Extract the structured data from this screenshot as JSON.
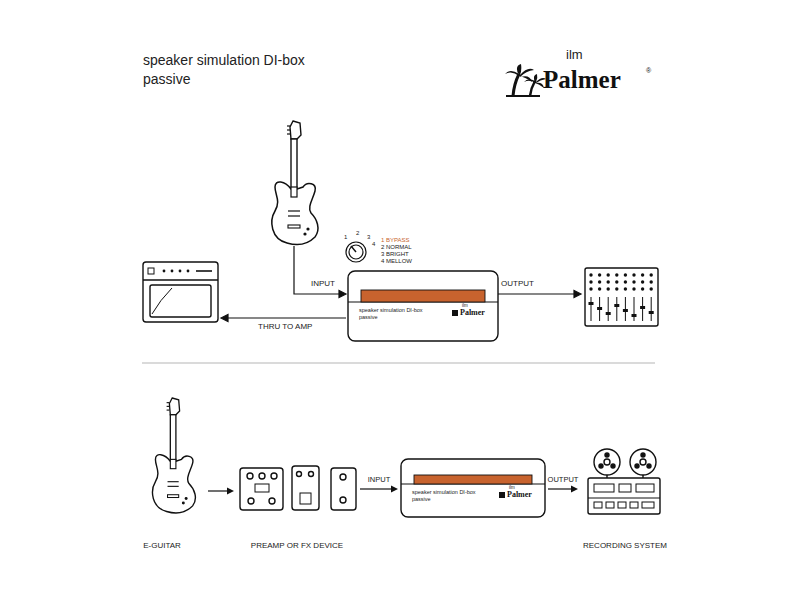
{
  "diagram": {
    "title": "speaker simulation DI-box passive",
    "nodes": [
      {
        "text": [
          "speaker simulation DI-box passive",
          "ilm",
          "Palmer"
        ]
      },
      {
        "text": [
          "E-GUITAR"
        ]
      },
      {
        "text": [
          "PREAMP OR FX DEVICE"
        ]
      },
      {
        "text": [
          "speaker simulation DI-box passive",
          "ilm",
          "Palmer"
        ]
      },
      {
        "text": [
          "RECORDING SYSTEM"
        ]
      }
    ],
    "edges": [
      {
        "from": 1,
        "to": 2,
        "arrow": "to"
      },
      {
        "from": 2,
        "to": 3,
        "label": "INPUT",
        "arrow": "to"
      },
      {
        "from": 3,
        "to": 4,
        "label": "OUTPUT",
        "arrow": "to"
      }
    ],
    "labels": [
      "ilm",
      "Palmer",
      "®",
      "1",
      "2",
      "3",
      "4",
      "1 BYPASS",
      "2 NORMAL",
      "3 BRIGHT",
      "4 MELLOW",
      "INPUT",
      "OUTPUT",
      "THRU TO AMP"
    ]
  }
}
